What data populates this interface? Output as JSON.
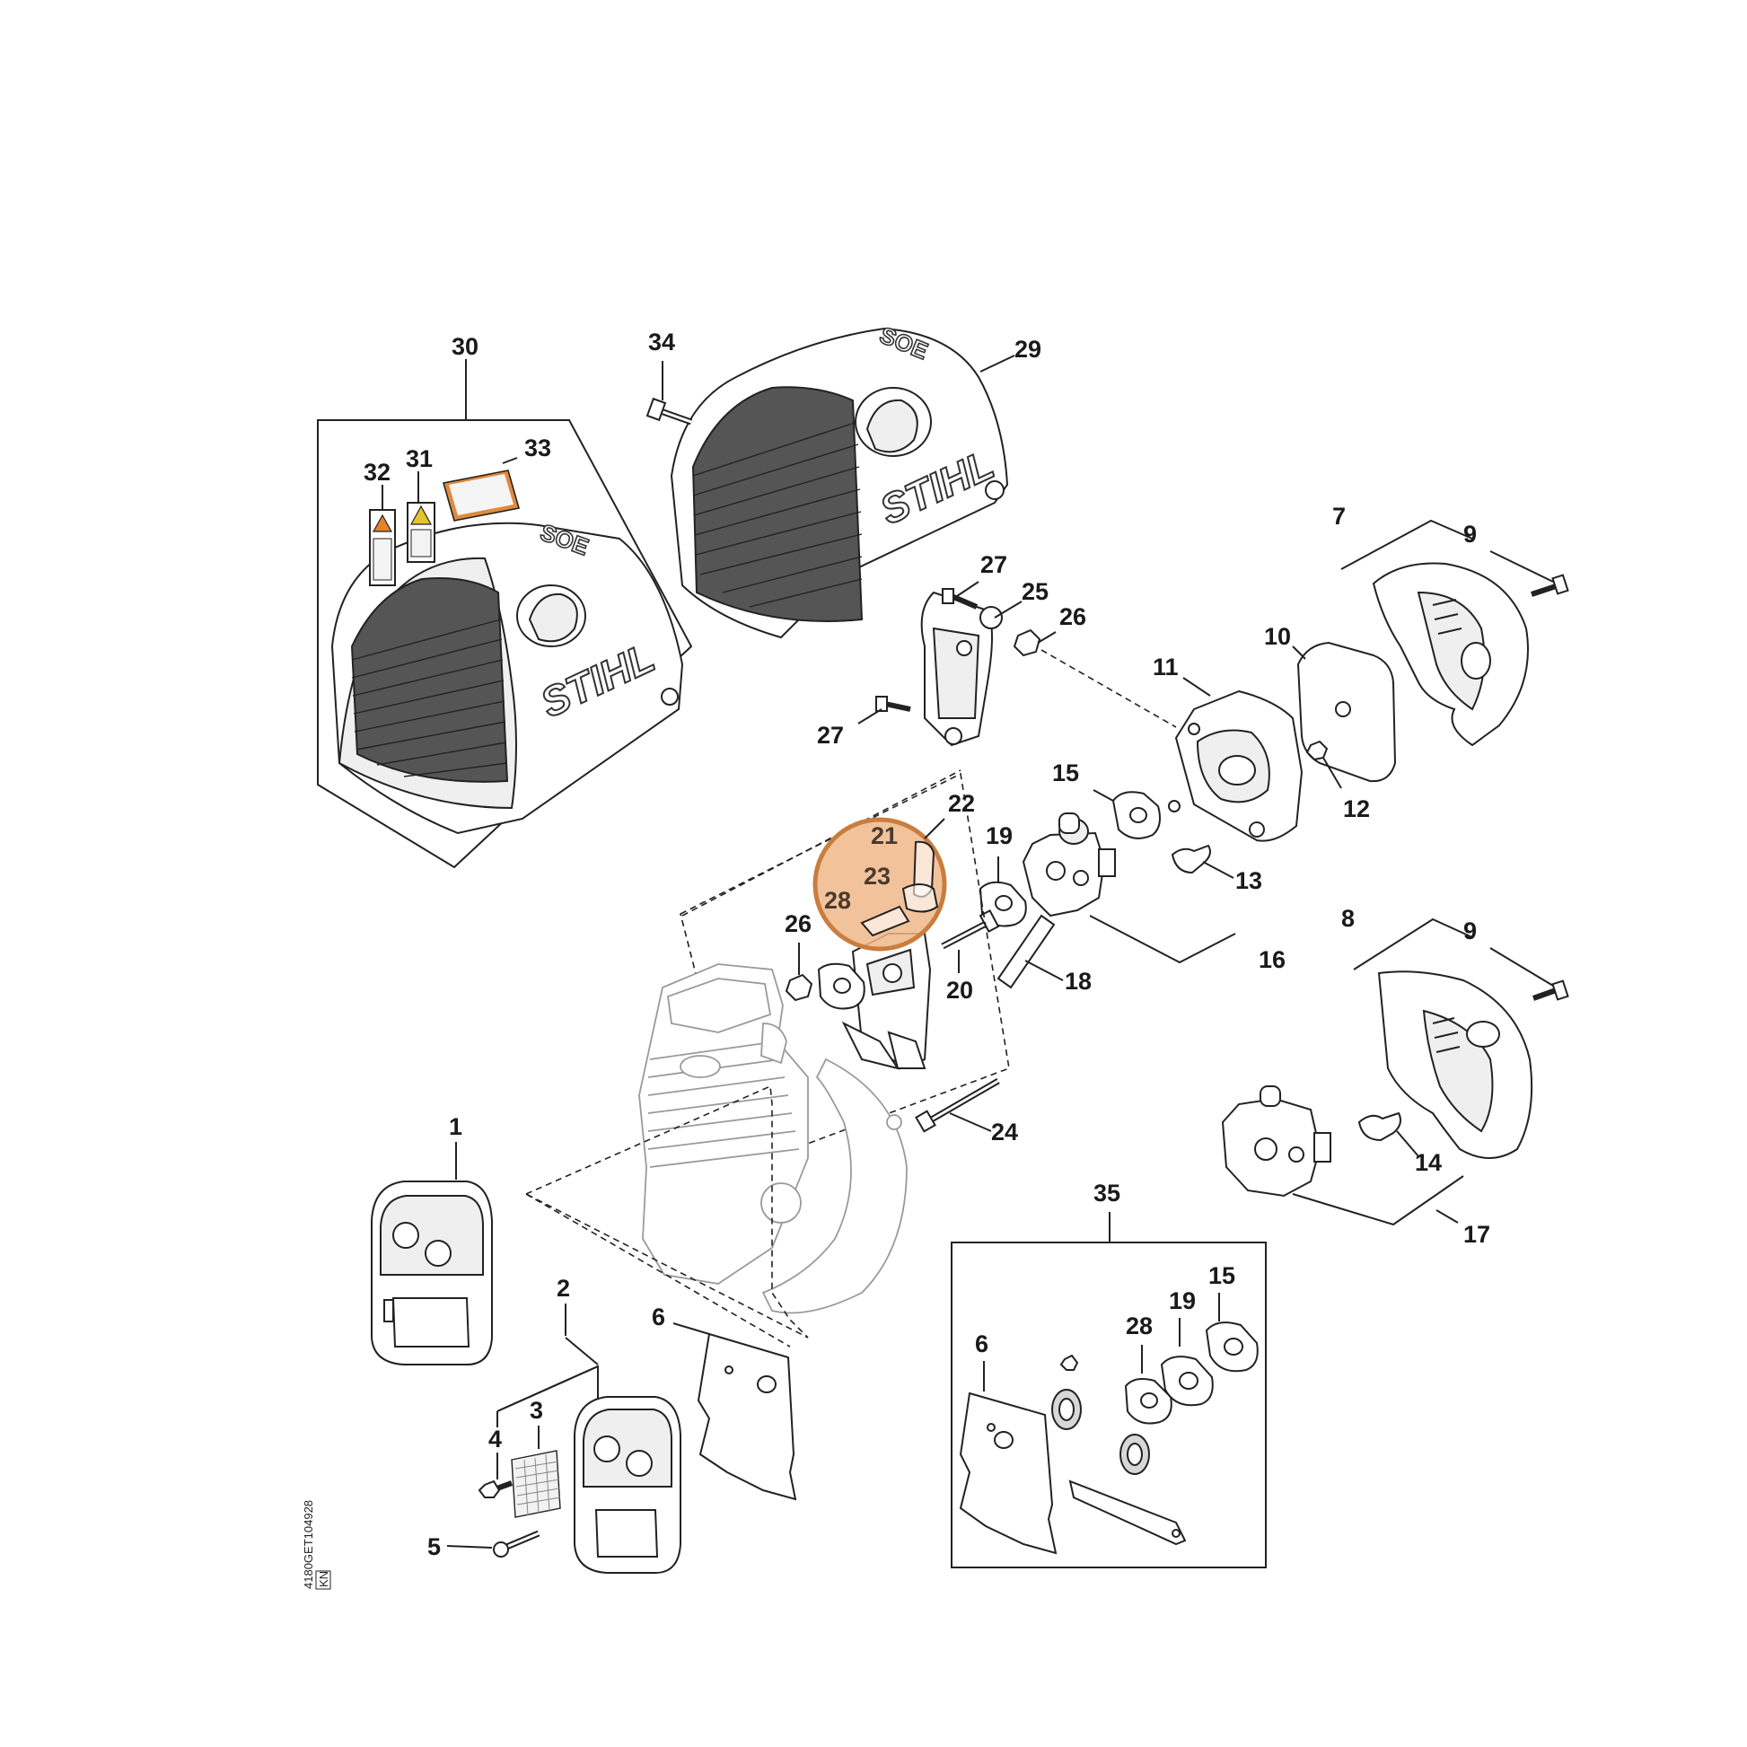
{
  "diagram": {
    "brand": "STIHL",
    "model_emboss": "SOE",
    "drawing_code": "4180GET104928",
    "drawing_code_sub": "KN",
    "highlight": {
      "color": "#f0b98a",
      "border": "#c97d3e",
      "parts": [
        "21",
        "23",
        "28"
      ]
    },
    "callouts": {
      "p1": "1",
      "p2": "2",
      "p3": "3",
      "p4": "4",
      "p5": "5",
      "p6": "6",
      "p6b": "6",
      "p7": "7",
      "p8": "8",
      "p9a": "9",
      "p9b": "9",
      "p10": "10",
      "p11": "11",
      "p12": "12",
      "p13": "13",
      "p14": "14",
      "p15a": "15",
      "p15b": "15",
      "p16": "16",
      "p17": "17",
      "p18": "18",
      "p19a": "19",
      "p19b": "19",
      "p20": "20",
      "p21": "21",
      "p22": "22",
      "p23": "23",
      "p24": "24",
      "p25": "25",
      "p26a": "26",
      "p26b": "26",
      "p27a": "27",
      "p27b": "27",
      "p28a": "28",
      "p28b": "28",
      "p29": "29",
      "p30": "30",
      "p31": "31",
      "p32": "32",
      "p33": "33",
      "p34": "34",
      "p35": "35"
    }
  }
}
